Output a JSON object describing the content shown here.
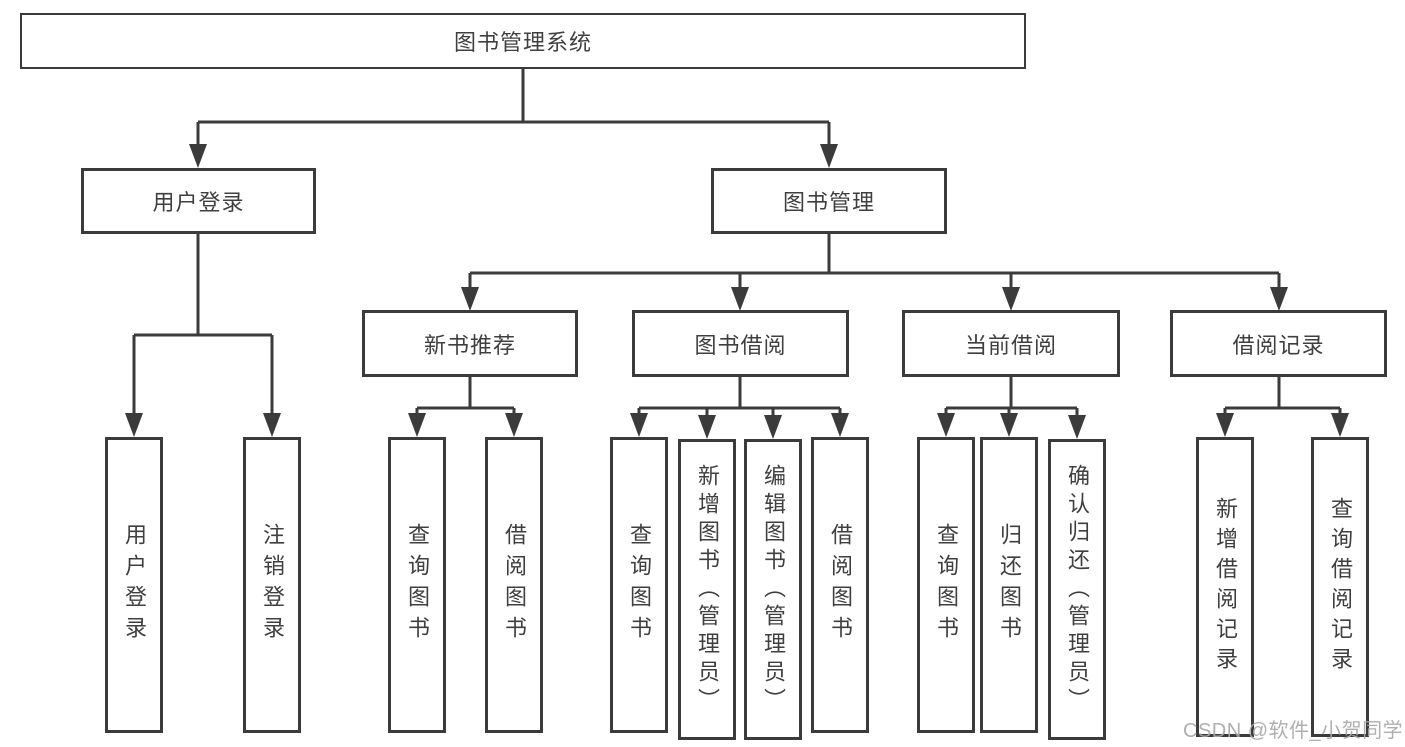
{
  "diagram": {
    "title_note": "library management system function structure diagram",
    "root": {
      "label": "图书管理系统"
    },
    "level2": [
      {
        "label": "用户登录"
      },
      {
        "label": "图书管理"
      }
    ],
    "level3": [
      {
        "label": "新书推荐"
      },
      {
        "label": "图书借阅"
      },
      {
        "label": "当前借阅"
      },
      {
        "label": "借阅记录"
      }
    ],
    "leaves": [
      {
        "label": "用户登录"
      },
      {
        "label": "注销登录"
      },
      {
        "label": "查询图书"
      },
      {
        "label": "借阅图书"
      },
      {
        "label": "查询图书"
      },
      {
        "label": "新增图书（管理员）"
      },
      {
        "label": "编辑图书（管理员）"
      },
      {
        "label": "借阅图书"
      },
      {
        "label": "查询图书"
      },
      {
        "label": "归还图书"
      },
      {
        "label": "确认归还（管理员）"
      },
      {
        "label": "新增借阅记录"
      },
      {
        "label": "查询借阅记录"
      }
    ],
    "watermark": "CSDN @软件_小贺同学",
    "colors": {
      "line": "#3b3b3b",
      "text": "#3f3f3f",
      "watermark": "#a8a8a8",
      "background": "#ffffff"
    }
  }
}
